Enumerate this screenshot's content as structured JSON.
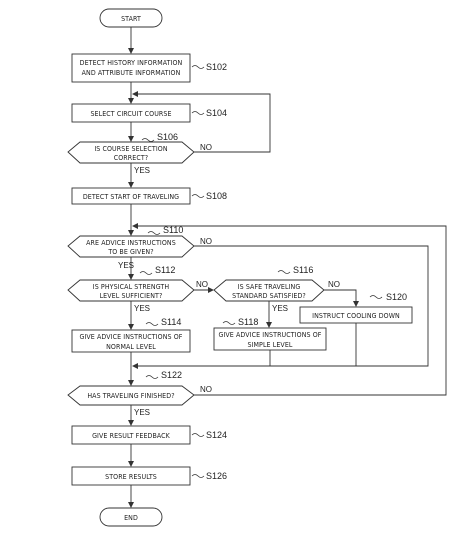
{
  "flowchart": {
    "start": "START",
    "end": "END",
    "yes_label": "YES",
    "no_label": "NO",
    "steps": {
      "s102": {
        "id": "S102",
        "lines": [
          "DETECT HISTORY INFORMATION",
          "AND ATTRIBUTE INFORMATION"
        ]
      },
      "s104": {
        "id": "S104",
        "lines": [
          "SELECT CIRCUIT COURSE"
        ]
      },
      "s106": {
        "id": "S106",
        "lines": [
          "IS COURSE SELECTION",
          "CORRECT?"
        ]
      },
      "s108": {
        "id": "S108",
        "lines": [
          "DETECT START OF TRAVELING"
        ]
      },
      "s110": {
        "id": "S110",
        "lines": [
          "ARE ADVICE INSTRUCTIONS",
          "TO BE GIVEN?"
        ]
      },
      "s112": {
        "id": "S112",
        "lines": [
          "IS PHYSICAL STRENGTH",
          "LEVEL SUFFICIENT?"
        ]
      },
      "s114": {
        "id": "S114",
        "lines": [
          "GIVE ADVICE INSTRUCTIONS OF",
          "NORMAL LEVEL"
        ]
      },
      "s116": {
        "id": "S116",
        "lines": [
          "IS SAFE TRAVELING",
          "STANDARD SATISFIED?"
        ]
      },
      "s118": {
        "id": "S118",
        "lines": [
          "GIVE ADVICE INSTRUCTIONS OF",
          "SIMPLE LEVEL"
        ]
      },
      "s120": {
        "id": "S120",
        "lines": [
          "INSTRUCT COOLING DOWN"
        ]
      },
      "s122": {
        "id": "S122",
        "lines": [
          "HAS TRAVELING FINISHED?"
        ]
      },
      "s124": {
        "id": "S124",
        "lines": [
          "GIVE RESULT FEEDBACK"
        ]
      },
      "s126": {
        "id": "S126",
        "lines": [
          "STORE RESULTS"
        ]
      }
    }
  }
}
